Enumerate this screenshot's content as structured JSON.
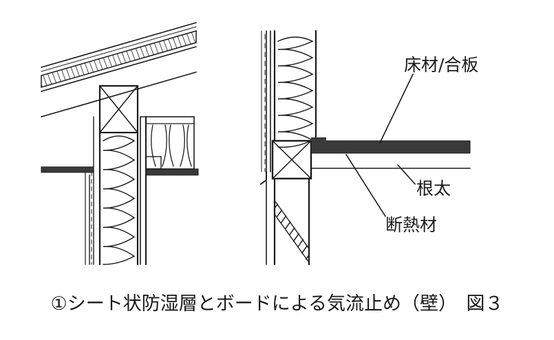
{
  "labels": {
    "floor": "床材/合板",
    "joist": "根太",
    "insulation": "断熱材"
  },
  "caption": "①シート状防湿層とボードによる気流止め（壁）　図３",
  "colors": {
    "ink": "#1a1a1a",
    "board": "#3a3a3a",
    "background": "#ffffff"
  }
}
